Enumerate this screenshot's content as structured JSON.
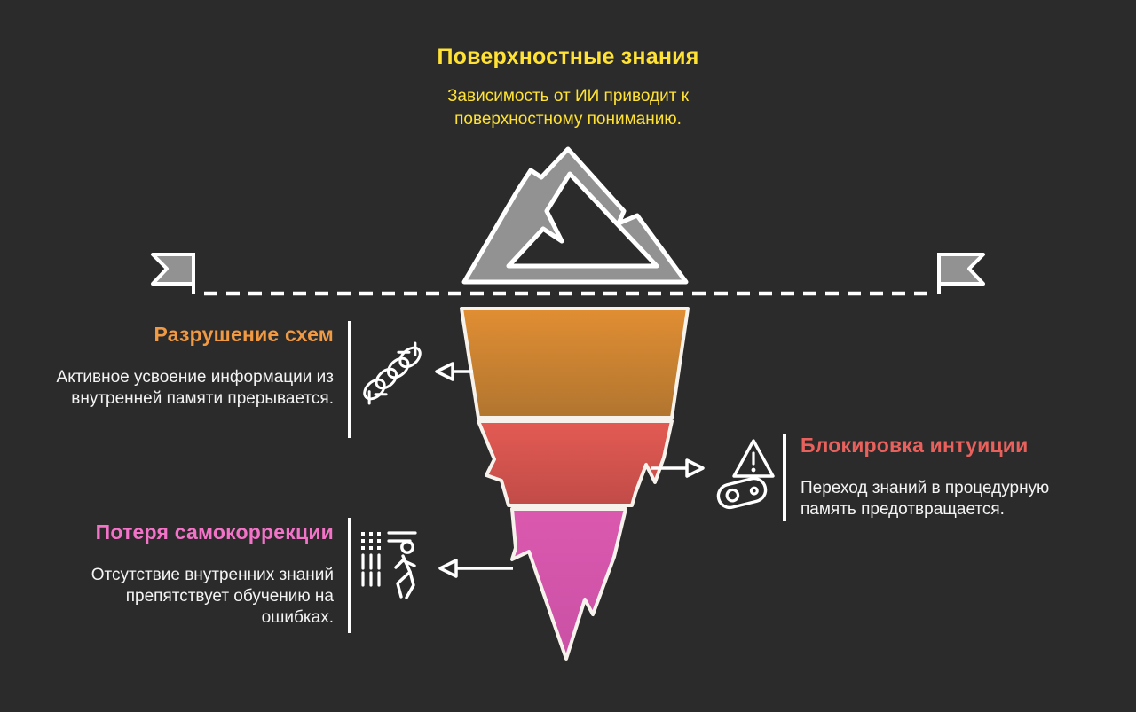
{
  "page": {
    "background": "#2B2B2B",
    "text_color": "#F4F4F4"
  },
  "header": {
    "title": "Поверхностные знания",
    "subtitle": "Зависимость от ИИ приводит к поверхностному пониманию.",
    "accent": "#FFE234"
  },
  "iceberg": {
    "above_water_icon": "mountain-icon",
    "waterline_style": "dashed-white-line-with-flags",
    "flag_color": "#929292",
    "mountain_color": "#929292",
    "outline_color": "#F7F3EC",
    "segments": [
      {
        "name": "upper",
        "color_top": "#E18E33",
        "color_bottom": "#B1752F"
      },
      {
        "name": "middle",
        "color_top": "#E35B53",
        "color_bottom": "#C14B48"
      },
      {
        "name": "lower",
        "color_top": "#DB59AF",
        "color_bottom": "#C951A5"
      }
    ]
  },
  "sections": [
    {
      "heading": "Разрушение схем",
      "body": "Активное усвоение информации из внутренней памяти прерывается.",
      "accent": "#F09A44",
      "side": "left",
      "icon": "chain-strand-icon"
    },
    {
      "heading": "Блокировка интуиции",
      "body": "Переход знаний в процедурную память предотвращается.",
      "accent": "#E8615C",
      "side": "right",
      "icon": "warning-chain-link-icon"
    },
    {
      "heading": "Потеря самокоррекции",
      "body": "Отсутствие внутренних знаний препятствует обучению на ошибках.",
      "accent": "#F273C8",
      "side": "left",
      "icon": "person-leaving-checklist-icon"
    }
  ]
}
